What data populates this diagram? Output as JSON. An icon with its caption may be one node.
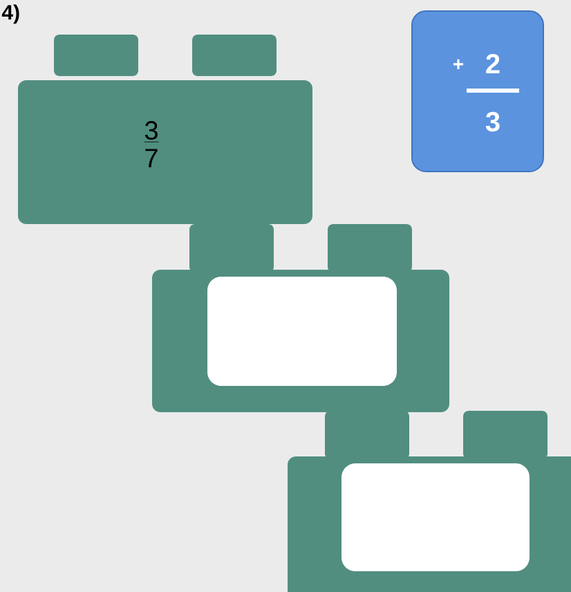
{
  "diagram": {
    "nodes": [
      {
        "text": [
          "3",
          "7"
        ]
      },
      {
        "text": [
          "+",
          "2",
          "3"
        ]
      },
      {
        "text": [],
        "shape": "box"
      },
      {
        "text": [],
        "shape": "box",
        "in": 2
      },
      {
        "text": [],
        "shape": "box"
      },
      {
        "text": [],
        "shape": "box",
        "in": 4
      }
    ],
    "labels": [
      "4)"
    ]
  }
}
